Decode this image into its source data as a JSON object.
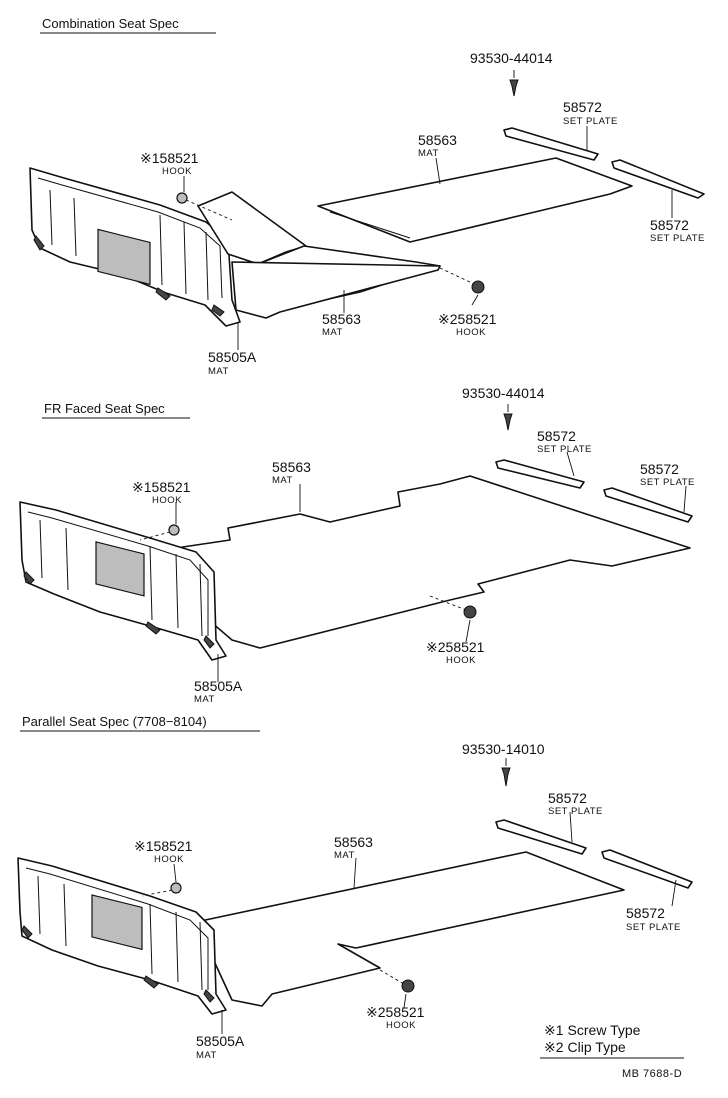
{
  "sections": [
    {
      "title": "Combination Seat Spec",
      "screw": "93530-44014",
      "set_plate_1": {
        "num": "58572",
        "desc": "SET PLATE"
      },
      "set_plate_2": {
        "num": "58572",
        "desc": "SET PLATE"
      },
      "mat_upper": {
        "num": "58563",
        "desc": "MAT"
      },
      "mat_lower": {
        "num": "58563",
        "desc": "MAT"
      },
      "hook_1": {
        "prefix": "※1",
        "num": "58521",
        "desc": "HOOK"
      },
      "hook_2": {
        "prefix": "※2",
        "num": "58521",
        "desc": "HOOK"
      },
      "rear_mat": {
        "num": "58505A",
        "desc": "MAT"
      }
    },
    {
      "title": "FR Faced Seat Spec",
      "screw": "93530-44014",
      "set_plate_1": {
        "num": "58572",
        "desc": "SET PLATE"
      },
      "set_plate_2": {
        "num": "58572",
        "desc": "SET PLATE"
      },
      "mat": {
        "num": "58563",
        "desc": "MAT"
      },
      "hook_1": {
        "prefix": "※1",
        "num": "58521",
        "desc": "HOOK"
      },
      "hook_2": {
        "prefix": "※2",
        "num": "58521",
        "desc": "HOOK"
      },
      "rear_mat": {
        "num": "58505A",
        "desc": "MAT"
      }
    },
    {
      "title": "Parallel Seat Spec (7708−8104)",
      "screw": "93530-14010",
      "set_plate_1": {
        "num": "58572",
        "desc": "SET PLATE"
      },
      "set_plate_2": {
        "num": "58572",
        "desc": "SET PLATE"
      },
      "mat": {
        "num": "58563",
        "desc": "MAT"
      },
      "hook_1": {
        "prefix": "※1",
        "num": "58521",
        "desc": "HOOK"
      },
      "hook_2": {
        "prefix": "※2",
        "num": "58521",
        "desc": "HOOK"
      },
      "rear_mat": {
        "num": "58505A",
        "desc": "MAT"
      }
    }
  ],
  "legend": [
    {
      "mark": "※1",
      "text": "Screw Type"
    },
    {
      "mark": "※2",
      "text": "Clip Type"
    }
  ],
  "drawing_code": "MB 7688-D"
}
